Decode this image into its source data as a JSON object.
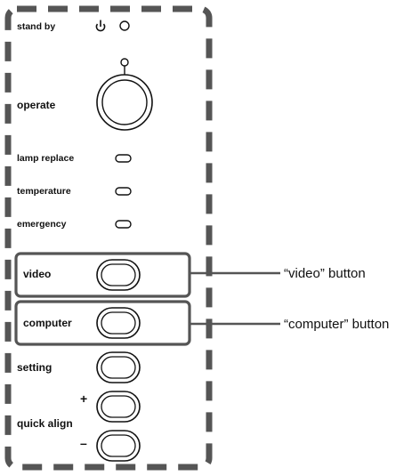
{
  "panel": {
    "standby_label": "stand by",
    "operate_label": "operate",
    "indicators": [
      {
        "label": "lamp replace"
      },
      {
        "label": "temperature"
      },
      {
        "label": "emergency"
      }
    ],
    "video_label": "video",
    "computer_label": "computer",
    "setting_label": "setting",
    "quick_align_label": "quick align",
    "plus_sign": "+",
    "minus_sign": "–"
  },
  "callouts": {
    "video": "“video” button",
    "computer": "“computer” button"
  },
  "icons": {
    "standby": "power-icon"
  },
  "colors": {
    "ink": "#111111",
    "dash": "#555555",
    "background": "#ffffff"
  }
}
